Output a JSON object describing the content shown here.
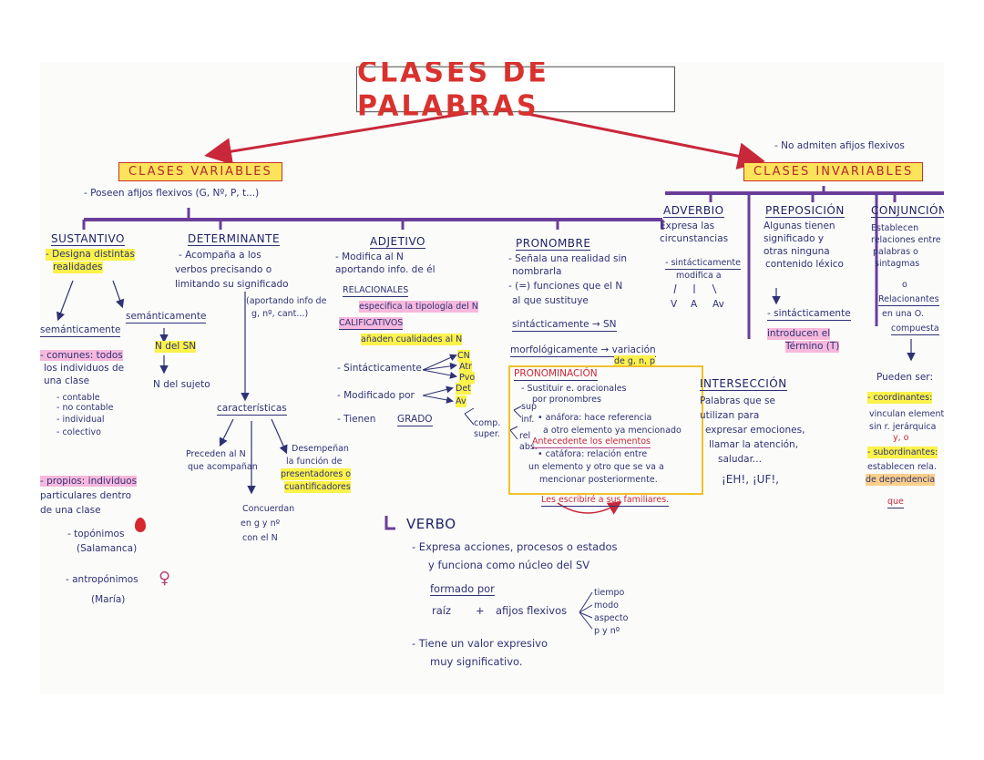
{
  "title": "CLASES DE PALABRAS",
  "colors": {
    "title_red": "#d9322e",
    "branch_purple": "#6a3d9a",
    "highlight_yellow": "#fbf24a",
    "highlight_pink": "#f6b8dc",
    "ink_blue": "#2f3275"
  },
  "variables": {
    "label": "CLASES VARIABLES",
    "desc": "- Poseen afijos flexivos (G, Nº, P, t...)",
    "sustantivo": {
      "header": "SUSTANTIVO",
      "def_1": "- Designa distintas",
      "def_2": "realidades",
      "semanticamente_left": "semánticamente",
      "comunes": "- comunes: todos",
      "comunes_2": "los individuos de",
      "comunes_3": "una clase",
      "sub_1": "- contable",
      "sub_2": "- no contable",
      "sub_3": "- individual",
      "sub_4": "- colectivo",
      "propios": "- propios: individuos",
      "propios_2": "particulares dentro",
      "propios_3": "de una clase",
      "topo": "- topónimos",
      "topo_ex": "(Salamanca)",
      "antro": "- antropónimos",
      "antro_ex": "(María)",
      "semanticamente_right": "semánticamente",
      "n_del_sn": "N del SN",
      "n_del_sujeto": "N del sujeto"
    },
    "determinante": {
      "header": "DETERMINANTE",
      "def_1": "- Acompaña a los",
      "def_2": "verbos precisando o",
      "def_3": "limitando su significado",
      "paren_1": "(aportando info de",
      "paren_2": "g, nº, cant...)",
      "caract": "características",
      "c1_1": "Preceden al N",
      "c1_2": "que acompañan",
      "c2_1": "Desempeñan",
      "c2_2": "la función de",
      "c2_3": "presentadores o",
      "c2_4": "cuantificadores",
      "c3_1": "Concuerdan",
      "c3_2": "en g y nº",
      "c3_3": "con el N"
    },
    "adjetivo": {
      "header": "ADJETIVO",
      "def_1": "- Modifica al N",
      "def_2": "aportando info. de él",
      "relacionales": "RELACIONALES",
      "rel_def": "especifica la tipología del N",
      "calificativos": "CALIFICATIVOS",
      "cal_def": "añaden cualidades al N",
      "sintact": "- Sintácticamente",
      "fn_1": "CN",
      "fn_2": "Atr",
      "fn_3": "Pvo",
      "modificado": "- Modificado por",
      "mod_1": "Det",
      "mod_2": "Av",
      "grado_pre": "- Tienen",
      "grado": "GRADO",
      "g_comp": "comp.",
      "g_super": "super.",
      "g_sup": "sup",
      "g_inf": "inf.",
      "g_rel": "rel",
      "g_abs": "abs."
    },
    "pronombre": {
      "header": "PRONOMBRE",
      "def_1": "- Señala una realidad sin",
      "def_2": "nombrarla",
      "def_3": "- (=) funciones que el N",
      "def_4": "al que sustituye",
      "sintact": "sintácticamente → SN",
      "morfo": "morfológicamente → variación",
      "morfo_2": "de g, n, p",
      "pronom": "PRONOMINACIÓN",
      "p_1": "- Sustituir e. oracionales",
      "p_2": "por pronombres",
      "anafora": "• anáfora: hace referencia",
      "anafora_2": "a otro elemento ya mencionado",
      "anafora_3": "Antecedente los elementos",
      "catafora": "• catáfora: relación entre",
      "catafora_2": "un elemento y otro que se va a",
      "catafora_3": "mencionar posteriormente.",
      "bottom": "Les escribiré a sus familiares."
    },
    "verbo": {
      "header": "VERBO",
      "def_1": "- Expresa acciones, procesos o estados",
      "def_2": "y funciona como núcleo del SV",
      "formado": "formado por",
      "raiz": "raíz",
      "plus": "+",
      "afijos": "afijos flexivos",
      "a_1": "tiempo",
      "a_2": "modo",
      "a_3": "aspecto",
      "a_4": "p y nº",
      "valor_1": "- Tiene un valor expresivo",
      "valor_2": "muy significativo."
    }
  },
  "invariables": {
    "note": "- No admiten afijos flexivos",
    "label": "CLASES INVARIABLES",
    "adverbio": {
      "header": "ADVERBIO",
      "def_1": "Expresa las",
      "def_2": "circunstancias",
      "sint_1": "- sintácticamente",
      "sint_2": "modifica a",
      "m_1": "V",
      "m_2": "A",
      "m_3": "Av"
    },
    "preposicion": {
      "header": "PREPOSICIÓN",
      "def_1": "Algunas tienen",
      "def_2": "significado y",
      "def_3": "otras ninguna",
      "def_4": "contenido léxico",
      "sint": "- sintácticamente",
      "intro_1": "introducen el",
      "intro_2": "Término (T)"
    },
    "conjuncion": {
      "header": "CONJUNCIÓN",
      "def_1": "Establecen",
      "def_2": "relaciones entre",
      "def_3": "palabras o",
      "def_4": "sintagmas",
      "o": "o",
      "rel_1": "Relacionantes",
      "rel_2": "en una O.",
      "rel_3": "compuesta",
      "pueden": "Pueden ser:",
      "coord": "- coordinantes:",
      "coord_2": "vinculan elementos",
      "coord_3": "sin r. jerárquica",
      "coord_4": "y, o",
      "subord": "- subordinantes:",
      "subord_2": "establecen rela.",
      "subord_3": "de dependencia",
      "que": "que"
    },
    "interseccion": {
      "header": "INTERSECCIÓN",
      "def_1": "Palabras que se",
      "def_2": "utilizan para",
      "def_3": "expresar emociones,",
      "def_4": "llamar la atención,",
      "def_5": "saludar...",
      "ex": "¡EH!, ¡UF!,"
    }
  }
}
